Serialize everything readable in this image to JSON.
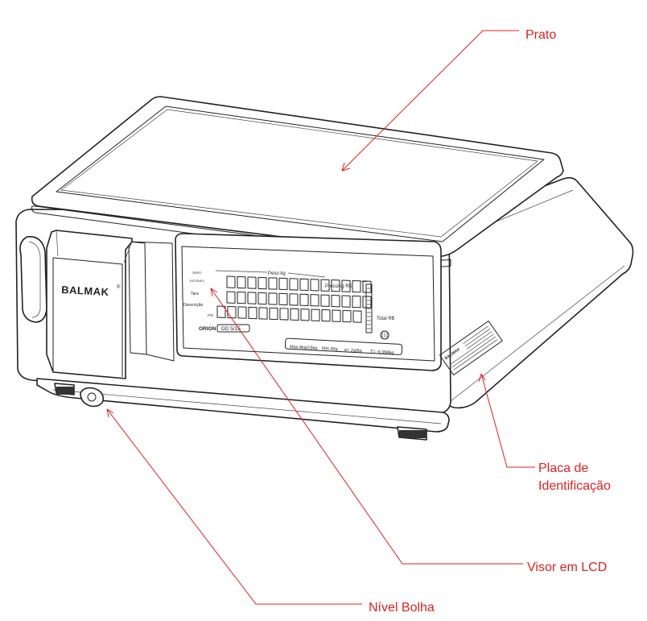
{
  "colors": {
    "callout": "#e02020",
    "outline": "#222222",
    "background": "#ffffff"
  },
  "callouts": {
    "prato": "Prato",
    "placa_line1": "Placa de",
    "placa_line2": "Identificação",
    "visor": "Visor em LCD",
    "nivel": "Nível Bolha"
  },
  "scale": {
    "brand": "BALMAK",
    "trademark": "®",
    "model_name": "ORION",
    "model_code": "DD 5/15",
    "peso_label": "Peso kg",
    "preco_label": "Preco/kg R$",
    "total_label": "Total R$",
    "tara_label": "Tara",
    "descricao_label": "Descrição",
    "zero_label": "ZERO",
    "estavel_label": "ESTÁVEL",
    "fix_label": "FIX",
    "spec_max": "Max 6kg/15kg",
    "spec_min": "Min 40g",
    "spec_e": "e= 2g/5g",
    "spec_t": "T= -5.998kg",
    "id_plate_brand": "BALMAK"
  }
}
